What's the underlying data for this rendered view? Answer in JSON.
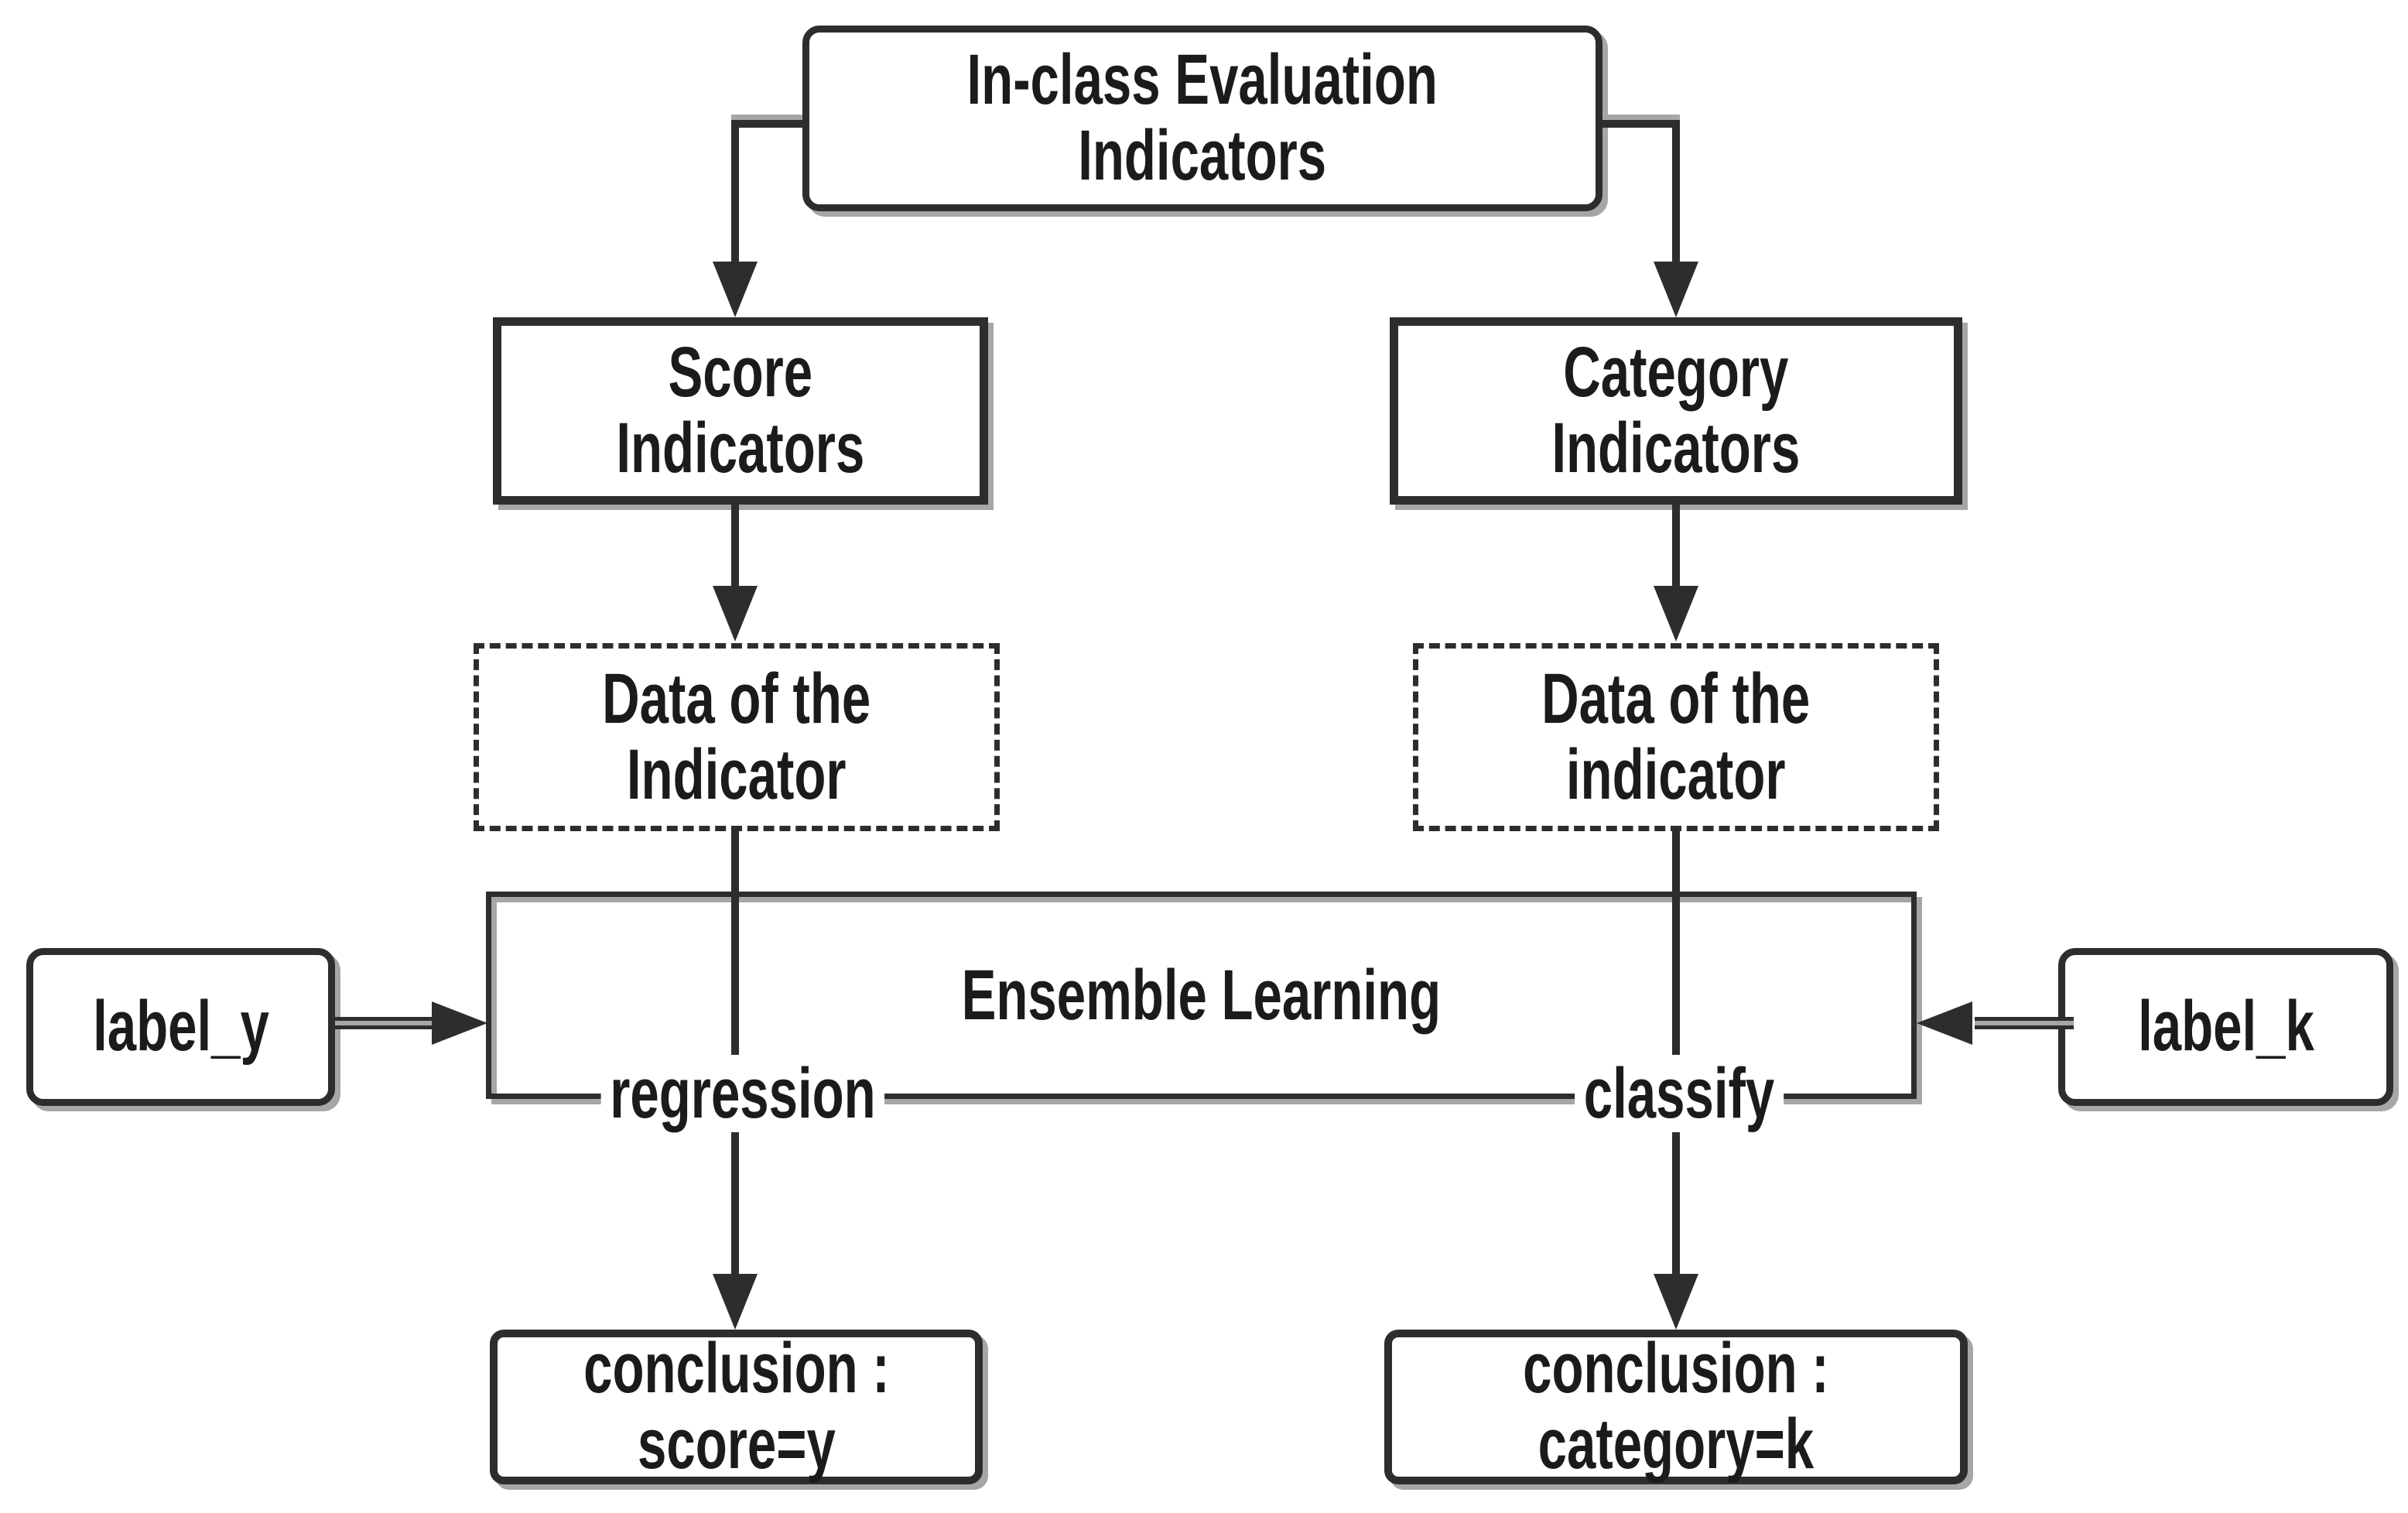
{
  "diagram": {
    "nodes": {
      "root": {
        "label": "In-class Evaluation\nIndicators"
      },
      "score": {
        "label": "Score\nIndicators"
      },
      "category": {
        "label": "Category\nIndicators"
      },
      "score_data": {
        "label": "Data of the\nIndicator"
      },
      "category_data": {
        "label": "Data of the\nindicator"
      },
      "ensemble": {
        "label": "Ensemble Learning"
      },
      "label_y": {
        "label": "label_y"
      },
      "label_k": {
        "label": "label_k"
      },
      "conclusion_score": {
        "label": "conclusion :\nscore=y"
      },
      "conclusion_category": {
        "label": "conclusion :\ncategory=k"
      }
    },
    "edge_labels": {
      "regression": "regression",
      "classify": "classify"
    },
    "colors": {
      "stroke": "#2d2d2d",
      "shadow": "#a6a6a6",
      "text": "#1b1b1b",
      "background": "#ffffff"
    }
  }
}
